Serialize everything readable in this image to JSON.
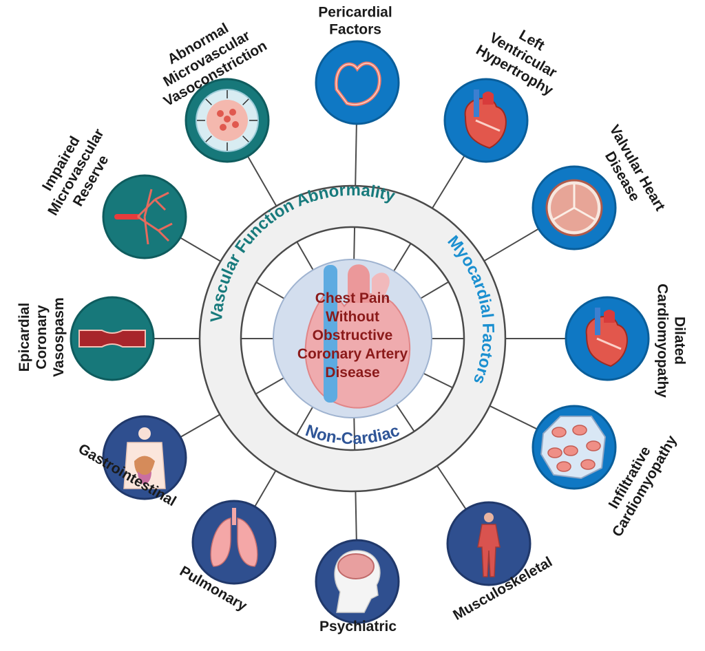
{
  "center": {
    "lines": [
      "Chest Pain",
      "Without",
      "Obstructive",
      "Coronary Artery",
      "Disease"
    ],
    "color": "#8b1a1a"
  },
  "categories": {
    "vascular": "Vascular Function Abnormality",
    "myocardial": "Myocardial Factors",
    "noncardiac": "Non-Cardiac"
  },
  "colors": {
    "vascular": "#177a7c",
    "myocardial": "#1a8fd0",
    "noncardiac": "#2f5597",
    "ring": "#f0f0f0",
    "ring_stroke": "#4a4a4a",
    "inner_disc": "#d3deee",
    "label": "#1a1a1a"
  },
  "nodes": [
    {
      "id": "pericardial",
      "lines": [
        "Pericardial",
        "Factors"
      ],
      "group": "myocardial",
      "icon": "pericardium-icon"
    },
    {
      "id": "lvh",
      "lines": [
        "Left",
        "Ventricular",
        "Hypertrophy"
      ],
      "group": "myocardial",
      "icon": "heart-icon"
    },
    {
      "id": "valvular",
      "lines": [
        "Valvular Heart",
        "Disease"
      ],
      "group": "myocardial",
      "icon": "heart-valve-icon"
    },
    {
      "id": "dilated",
      "lines": [
        "Dilated",
        "Cardiomyopathy"
      ],
      "group": "myocardial",
      "icon": "heart-icon"
    },
    {
      "id": "infiltrative",
      "lines": [
        "Infiltrative",
        "Cardiomyopathy"
      ],
      "group": "myocardial",
      "icon": "tissue-icon"
    },
    {
      "id": "musculoskeletal",
      "lines": [
        "Musculoskeletal"
      ],
      "group": "noncardiac",
      "icon": "body-muscle-icon"
    },
    {
      "id": "psychiatric",
      "lines": [
        "Psychiatric"
      ],
      "group": "noncardiac",
      "icon": "brain-icon"
    },
    {
      "id": "pulmonary",
      "lines": [
        "Pulmonary"
      ],
      "group": "noncardiac",
      "icon": "lungs-icon"
    },
    {
      "id": "gastrointestinal",
      "lines": [
        "Gastrointestinal"
      ],
      "group": "noncardiac",
      "icon": "digestive-icon"
    },
    {
      "id": "vasospasm",
      "lines": [
        "Epicardial",
        "Coronary",
        "Vasospasm"
      ],
      "group": "vascular",
      "icon": "vessel-icon"
    },
    {
      "id": "reserve",
      "lines": [
        "Impaired",
        "Microvascular",
        "Reserve"
      ],
      "group": "vascular",
      "icon": "vessel-tree-icon"
    },
    {
      "id": "vasoconstriction",
      "lines": [
        "Abnormal",
        "Microvascular",
        "Vasoconstriction"
      ],
      "group": "vascular",
      "icon": "vessel-cross-section-icon"
    }
  ]
}
